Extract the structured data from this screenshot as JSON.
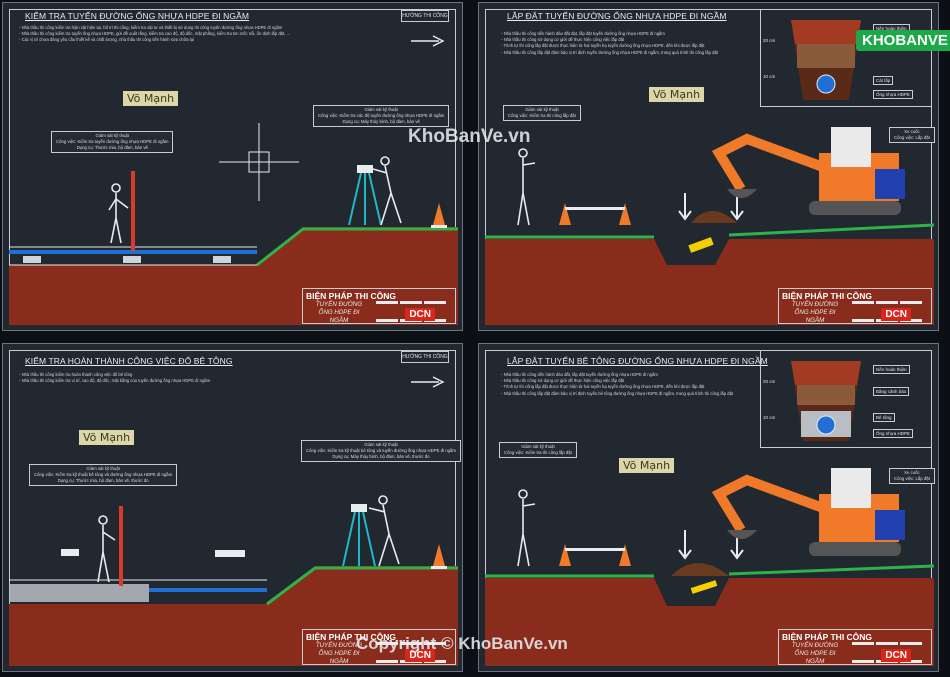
{
  "panels": [
    {
      "title": "KIỂM TRA TUYẾN ĐƯỜNG ỐNG NHỰA HDPE ĐI NGẦM",
      "notes": [
        "Nhà thầu thi công kiểm tra hiện vật hiện tại, bố trí thi công, kiểm tra vật tư và thiết bị sử dụng thi công tuyến đường ống nhựa HDPE đi ngầm",
        "Nhà thầu thi công kiểm tra tuyến ống nhựa HDPE, gửi đề xuất rằng, kiểm tra cao độ, độ dốc, mặt phẳng, kiểm tra tim mốc nối, ổn định lắp đặt, ...",
        "Các vị trí chưa đáng yêu cầu thiết kế và chất lượng, nhà thầu thi công tiến hành sửa chữa lại"
      ],
      "direction": "HƯỚNG THI CÔNG",
      "signer": "Võ Mạnh",
      "callouts": [
        "Giám sát kỹ thuật\nCông việc: Kiểm tra tuyến đường ống nhựa HDPE đi ngầm\nDụng cụ: Thước mia, bộ đàm, bản vẽ",
        "Giám sát kỹ thuật\nCông việc: Kiểm tra các độ tuyến đường ống nhựa HDPE đi ngầm\nDụng cụ: Máy thủy bình, bộ đàm, bản vẽ"
      ],
      "titleblock": {
        "main": "BIỆN PHÁP THI CÔNG",
        "sub": "TUYẾN ĐƯỜNG ỐNG HDPE ĐI NGẦM",
        "logo": "DCN"
      }
    },
    {
      "title": "LẮP ĐẶT TUYẾN ĐƯỜNG ỐNG NHỰA HDPE ĐI NGẦM",
      "notes": [
        "Nhà thầu thi công tiến hành đào đất đạt, lắp đặt tuyến đường ống nhựa HDPE đi ngầm",
        "Nhà thầu thi công sử dụng cơ giới để thực hiện công việc lắp đặt",
        "Trình tự thi công lắp đặt được thực hiện từ hai tuyến hạ tuyến đường ống nhựa HDPE, đến khi được lắp đặt",
        "Nhà thầu thi công lắp đặt đảm bảo vị trí định tuyến đường ống nhựa HDPE đi ngầm, trong quá trình thi công lắp đặt"
      ],
      "signer": "Võ Mạnh",
      "callouts": [
        "Giám sát kỹ thuật\nCông việc: Kiểm tra thi công lắp đặt",
        "Xe cuốc\nCông việc: Lắp đặt"
      ],
      "detail": {
        "dims": [
          "20 cm",
          "10 cm"
        ],
        "labels": [
          "Nền hoàn thiện",
          "Cát lấp",
          "Ống nhựa HDPE"
        ]
      },
      "titleblock": {
        "main": "BIỆN PHÁP THI CÔNG",
        "sub": "TUYẾN ĐƯỜNG ỐNG HDPE ĐI NGẦM",
        "logo": "DCN"
      }
    },
    {
      "title": "KIỂM TRA HOÀN THÀNH CÔNG VIỆC ĐỔ BÊ TÔNG",
      "notes": [
        "Nhà thầu thi công kiểm tra hoàn thành công việc đổ bê tông",
        "Nhà thầu thi công kiểm tra vị trí, cao độ, độ dốc, mặt bằng của tuyến đường ống nhựa HDPE đi ngầm"
      ],
      "direction": "HƯỚNG THI CÔNG",
      "signer": "Võ Mạnh",
      "callouts": [
        "Giám sát kỹ thuật\nCông việc: Kiểm tra kỹ thuật bê tông và đường ống nhựa HDPE đi ngầm\nDụng cụ: Thước mia, bộ đàm, bản vẽ, thước đo",
        "Giám sát kỹ thuật\nCông việc: Kiểm tra kỹ thuật bê tông và tuyến đường ống nhựa HDPE đi ngầm\nDụng cụ: Máy thủy bình, bộ đàm, bản vẽ, thước đo"
      ],
      "titleblock": {
        "main": "BIỆN PHÁP THI CÔNG",
        "sub": "TUYẾN ĐƯỜNG ỐNG HDPE ĐI NGẦM",
        "logo": "DCN"
      }
    },
    {
      "title": "LẮP ĐẶT TUYẾN BÊ TÔNG ĐƯỜNG ỐNG NHỰA HDPE ĐI NGẦM",
      "notes": [
        "Nhà thầu thi công tiến hành đào đất, lắp đặt tuyến đường ống nhựa HDPE đi ngầm",
        "Nhà thầu thi công sử dụng cơ giới để thực hiện công việc lắp đặt",
        "Trình tự thi công lắp đặt được thực hiện từ hai tuyến hạ tuyến đường ống nhựa HDPE, đến khi được lắp đặt",
        "Nhà thầu thi công lắp đặt đảm bảo vị trí định tuyến bê tông đường ống nhựa HDPE đi ngầm, trong quá trình thi công lắp đặt"
      ],
      "signer": "Võ Mạnh",
      "callouts": [
        "Giám sát kỹ thuật\nCông việc: Kiểm tra thi công lắp đặt",
        "Xe cuốc\nCông việc: Lắp đặt"
      ],
      "detail": {
        "dims": [
          "20 cm",
          "10 cm"
        ],
        "labels": [
          "Nền hoàn thiện",
          "Băng cảnh báo",
          "Bê tông",
          "Ống nhựa HDPE"
        ]
      },
      "titleblock": {
        "main": "BIỆN PHÁP THI CÔNG",
        "sub": "TUYẾN ĐƯỜNG ỐNG HDPE ĐI NGẦM",
        "logo": "DCN"
      }
    }
  ],
  "watermarks": {
    "main": "KhoBanVe.vn",
    "copyright": "Copyright © KhoBanVe.vn",
    "logo": "KHOBANVE"
  },
  "colors": {
    "background": "#212830",
    "soil": "#8a2c1c",
    "grass": "#2fb24a",
    "excavator": "#f07a2a",
    "pipe": "#1f6fd6",
    "accent": "#f5d000"
  }
}
